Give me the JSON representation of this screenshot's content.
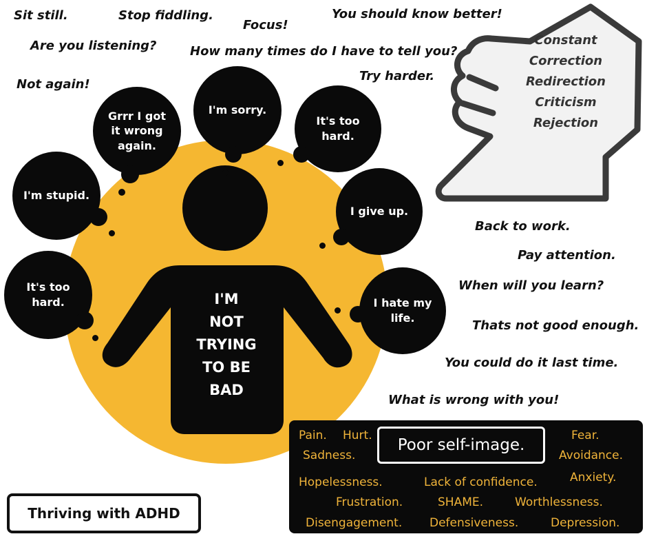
{
  "colors": {
    "sun": "#f5b731",
    "black": "#0a0a0a",
    "emotion_text": "#f0b43a",
    "hand_fill": "#f2f2f2",
    "hand_stroke": "#3a3a3a"
  },
  "quotes": {
    "sit_still": "Sit still.",
    "stop_fiddling": "Stop fiddling.",
    "focus": "Focus!",
    "know_better": "You should know better!",
    "listening": "Are you listening?",
    "how_many": "How many times do I have to tell you?",
    "not_again": "Not again!",
    "try_harder": "Try harder.",
    "back_to_work": "Back to work.",
    "pay_attention": "Pay attention.",
    "when_learn": "When will you learn?",
    "not_good": "Thats not good enough.",
    "last_time": "You could do it last time.",
    "wrong_with_you": "What is wrong with you!"
  },
  "bubbles": {
    "grrr": "Grrr I got\nit wrong\nagain.",
    "sorry": "I'm sorry.",
    "too_hard_top": "It's too\nhard.",
    "stupid": "I'm stupid.",
    "give_up": "I give up.",
    "too_hard_left": "It's too\nhard.",
    "hate_life": "I hate my\nlife."
  },
  "figure": {
    "shirt_lines": [
      "I'M",
      "NOT",
      "TRYING",
      "TO BE",
      "BAD"
    ]
  },
  "hand": {
    "words": [
      "Constant",
      "Correction",
      "Redirection",
      "Criticism",
      "Rejection"
    ]
  },
  "emotions": {
    "pain": "Pain.",
    "hurt": "Hurt.",
    "sadness": "Sadness.",
    "fear": "Fear.",
    "avoidance": "Avoidance.",
    "anxiety": "Anxiety.",
    "hopelessness": "Hopelessness.",
    "lack_confidence": "Lack of confidence.",
    "frustration": "Frustration.",
    "shame": "SHAME.",
    "worthlessness": "Worthlessness.",
    "disengagement": "Disengagement.",
    "defensiveness": "Defensiveness.",
    "depression": "Depression.",
    "self_image": "Poor self-image."
  },
  "brand": "Thriving with ADHD"
}
